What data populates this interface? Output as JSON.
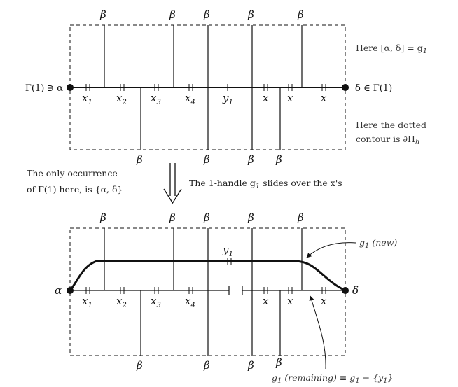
{
  "top": {
    "beta": "β",
    "labels": {
      "x1": "x",
      "x1_sub": "1",
      "x2": "x",
      "x2_sub": "2",
      "x3": "x",
      "x3_sub": "3",
      "x4": "x",
      "x4_sub": "4",
      "y1": "y",
      "y1_sub": "1",
      "x5": "x",
      "x6": "x",
      "x7": "x"
    },
    "left_end": "Γ(1) ∋ α",
    "right_end": "δ ∈ Γ(1)",
    "note_here": "Here [α, δ] = g",
    "note_here_sub": "1",
    "note_dotted_1": "Here the dotted",
    "note_dotted_2": "contour is ∂H",
    "note_dotted_sub": "h"
  },
  "middle": {
    "left_1": "The only occurrence",
    "left_2": "of Γ(1) here, is {α, δ}",
    "right": "The 1-handle g",
    "right_sub": "1",
    "right_tail": " slides over the x's"
  },
  "bottom": {
    "beta": "β",
    "alpha": "α",
    "delta": "δ",
    "y1": "y",
    "y1_sub": "1",
    "labels": {
      "x1": "x",
      "x1_sub": "1",
      "x2": "x",
      "x2_sub": "2",
      "x3": "x",
      "x3_sub": "3",
      "x4": "x",
      "x4_sub": "4",
      "x5": "x",
      "x6": "x",
      "x7": "x"
    },
    "g1_new": "g",
    "g1_new_sub": "1",
    "g1_new_tail": " (new)",
    "remaining": "g",
    "remaining_sub": "1",
    "remaining_tail": " (remaining) ≡ g",
    "remaining_sub2": "1",
    "remaining_tail2": " − {y",
    "remaining_sub3": "1",
    "remaining_tail3": "}"
  }
}
